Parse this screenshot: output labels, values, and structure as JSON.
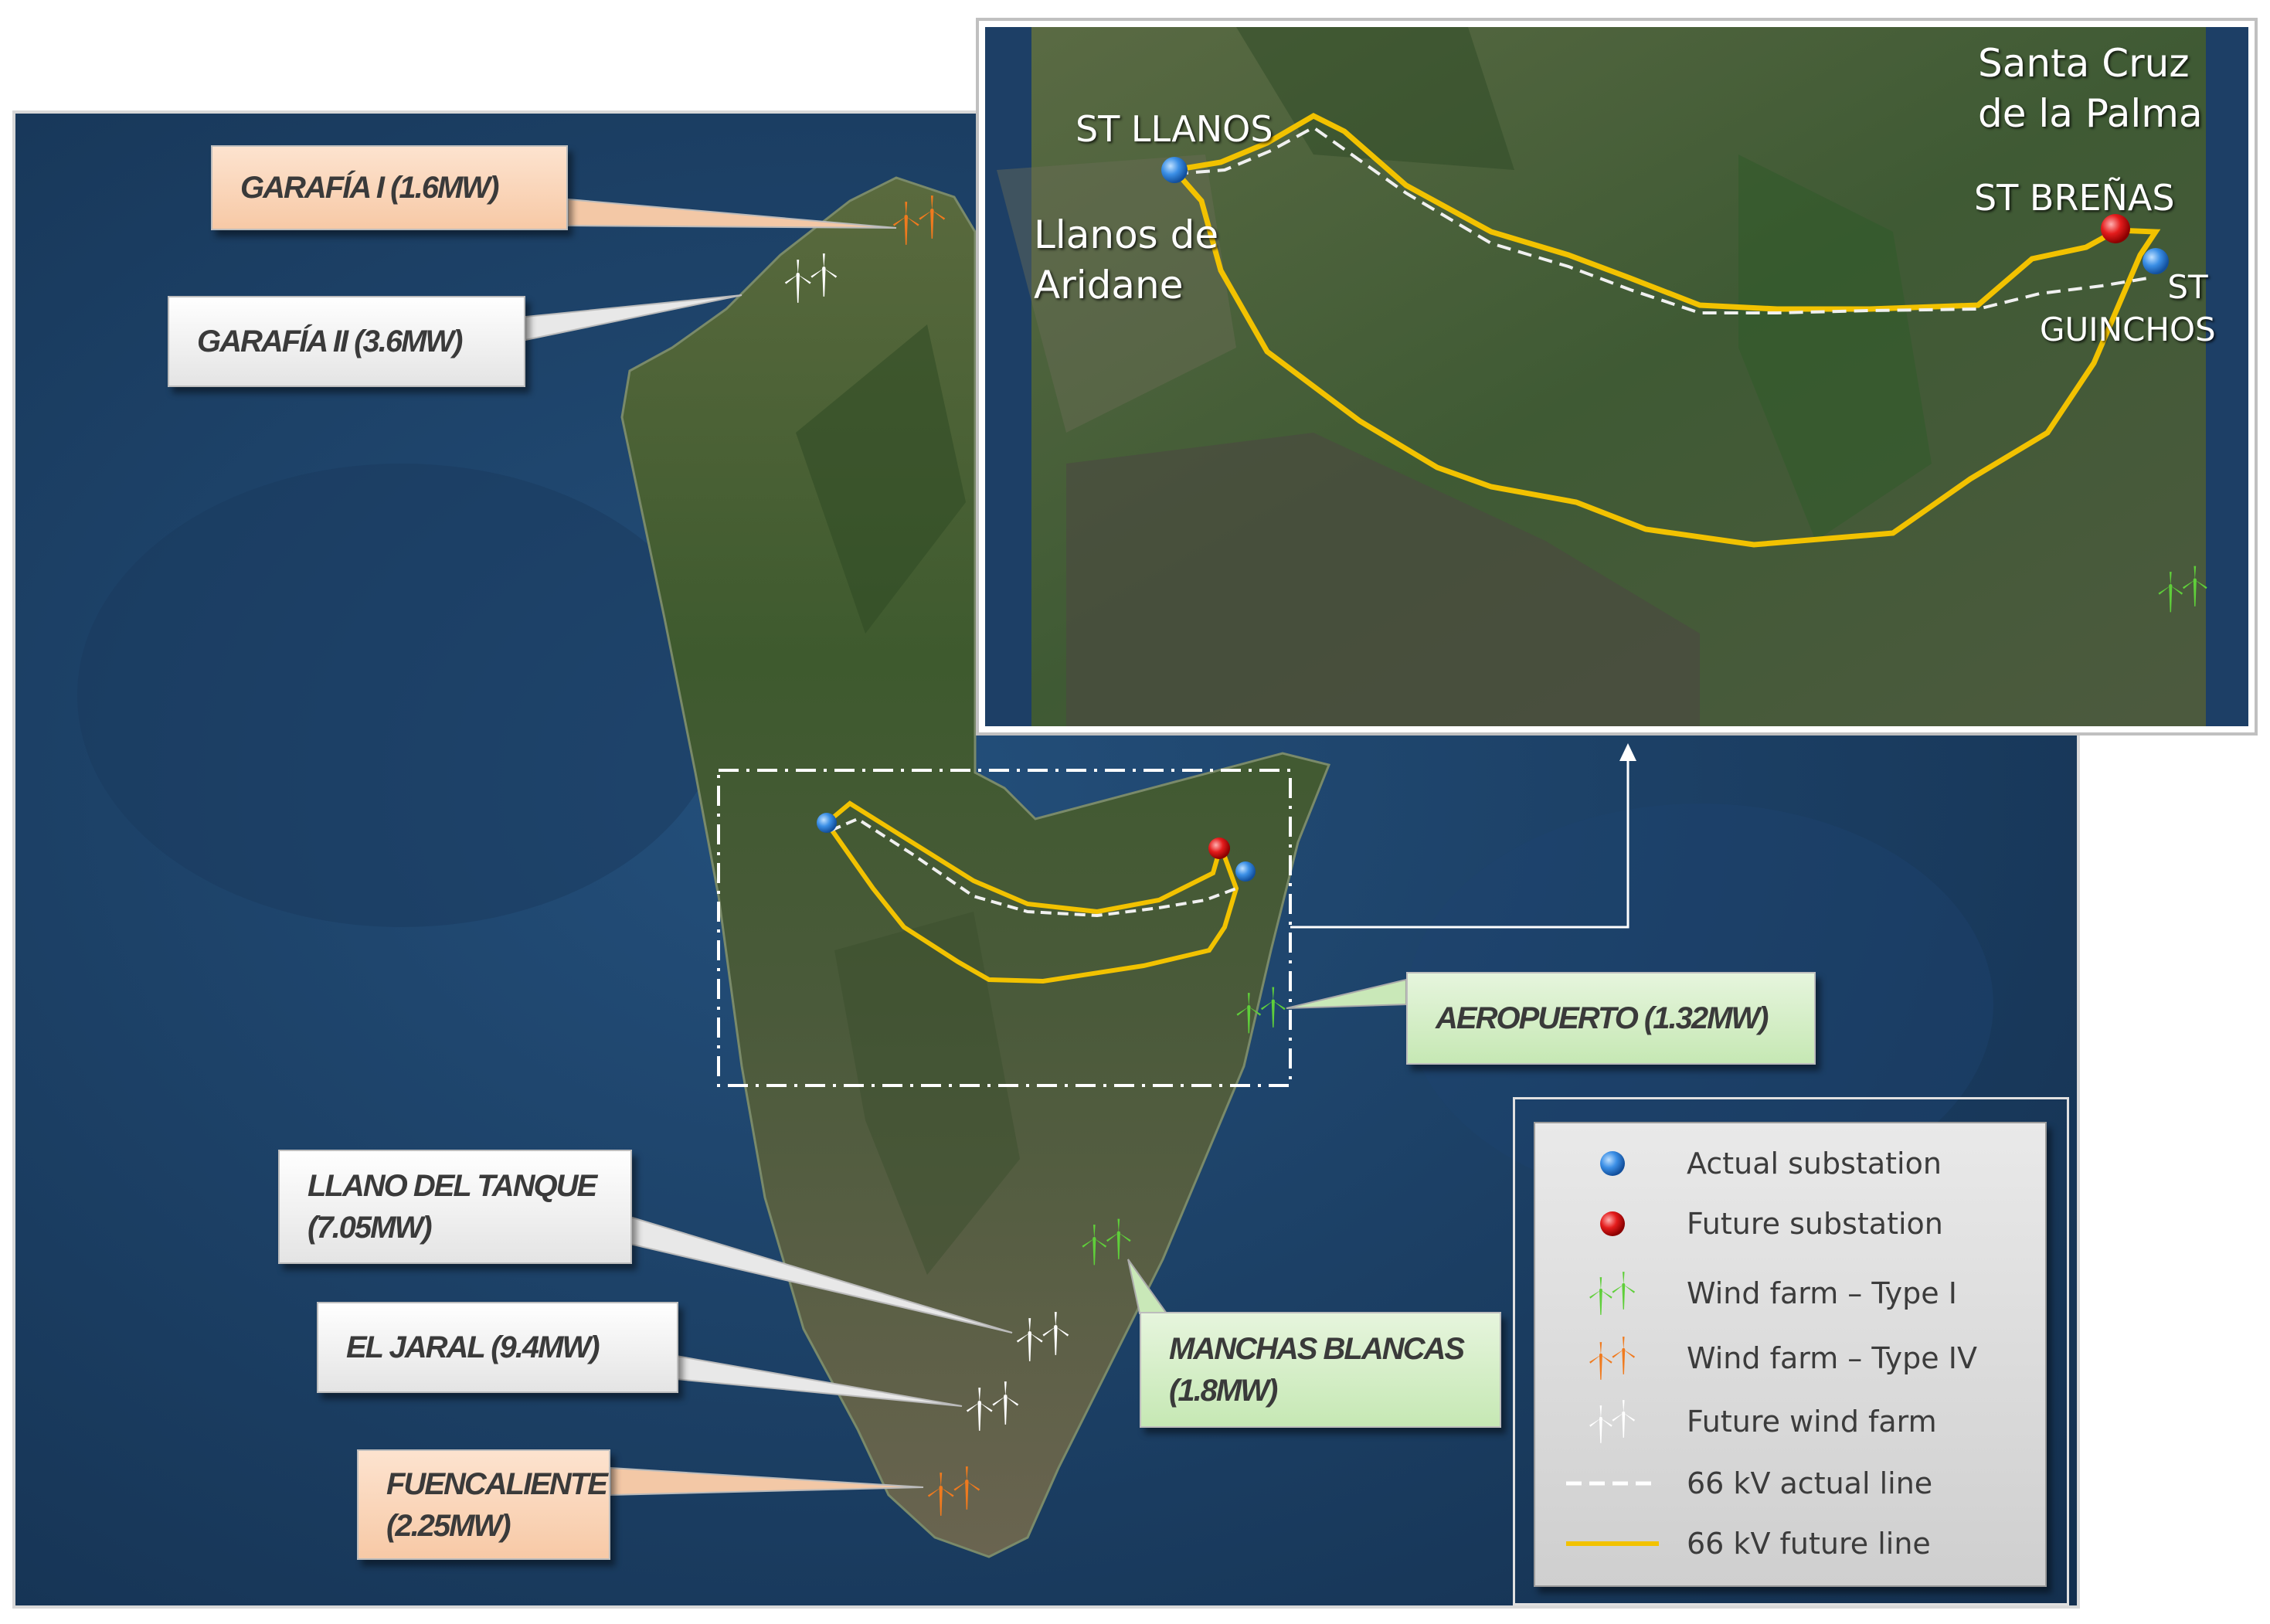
{
  "colors": {
    "sea": "#1c3d63",
    "future_line": "#f2c200",
    "actual_line": "#f0f0f0",
    "actual_substation": "#2e7fd8",
    "future_substation": "#e01010",
    "type1_wind": "#5fcf3a",
    "type4_wind": "#f07a1e",
    "future_wind": "#ffffff"
  },
  "icons": {
    "actual_substation": "blue-sphere-icon",
    "future_substation": "red-sphere-icon",
    "wind_type1": "green-wind-turbine-icon",
    "wind_type4": "orange-wind-turbine-icon",
    "wind_future": "white-wind-turbine-icon"
  },
  "callouts": {
    "garafia1": "GARAFÍA I (1.6MW)",
    "garafia2": "GARAFÍA II (3.6MW)",
    "aeropuerto": "AEROPUERTO (1.32MW)",
    "llano_line1": "LLANO DEL TANQUE",
    "llano_line2": "(7.05MW)",
    "el_jaral": "EL JARAL (9.4MW)",
    "manchas_line1": "MANCHAS BLANCAS",
    "manchas_line2": "(1.8MW)",
    "fuencaliente_line1": "FUENCALIENTE",
    "fuencaliente_line2": "(2.25MW)"
  },
  "inset": {
    "st_llanos": "ST LLANOS",
    "llanos_line1": "Llanos de",
    "llanos_line2": "Aridane",
    "santa_cruz_line1": "Santa Cruz",
    "santa_cruz_line2": "de la Palma",
    "st_brenas": "ST BREÑAS",
    "st_guinchos_line1": "ST",
    "st_guinchos_line2": "GUINCHOS"
  },
  "legend": {
    "actual_substation": "Actual substation",
    "future_substation": "Future substation",
    "wind_type1": "Wind farm – Type I",
    "wind_type4": "Wind farm – Type IV",
    "future_wind": "Future wind farm",
    "actual_line": "66 kV actual line",
    "future_line": "66 kV future line"
  }
}
